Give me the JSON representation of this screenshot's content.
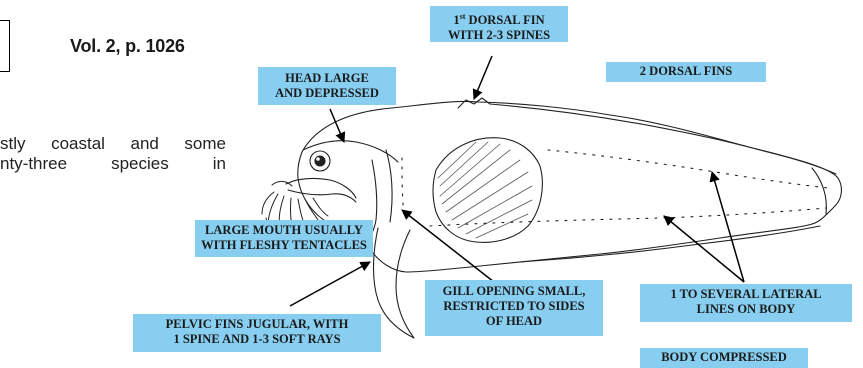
{
  "header": {
    "vol_ref": "Vol. 2, p. 1026"
  },
  "intro": {
    "line1": "stly coastal and some",
    "line2": "nty-three species in"
  },
  "labels": {
    "first_dorsal_line1": "1st DORSAL FIN",
    "first_dorsal_line2": "WITH 2-3 SPINES",
    "two_dorsal": "2 DORSAL FINS",
    "head_line1": "HEAD LARGE",
    "head_line2": "AND DEPRESSED",
    "mouth_line1": "LARGE MOUTH USUALLY",
    "mouth_line2": "WITH FLESHY TENTACLES",
    "gill_line1": "GILL OPENING SMALL,",
    "gill_line2": "RESTRICTED TO SIDES",
    "gill_line3": "OF HEAD",
    "lateral_line1": "1 TO SEVERAL LATERAL",
    "lateral_line2": "LINES ON BODY",
    "pelvic_line1": "PELVIC FINS JUGULAR, WITH",
    "pelvic_line2": "1 SPINE AND 1-3 SOFT RAYS",
    "body": "BODY COMPRESSED"
  },
  "colors": {
    "label_bg": "#87cef0",
    "ink": "#1a1a1a"
  }
}
